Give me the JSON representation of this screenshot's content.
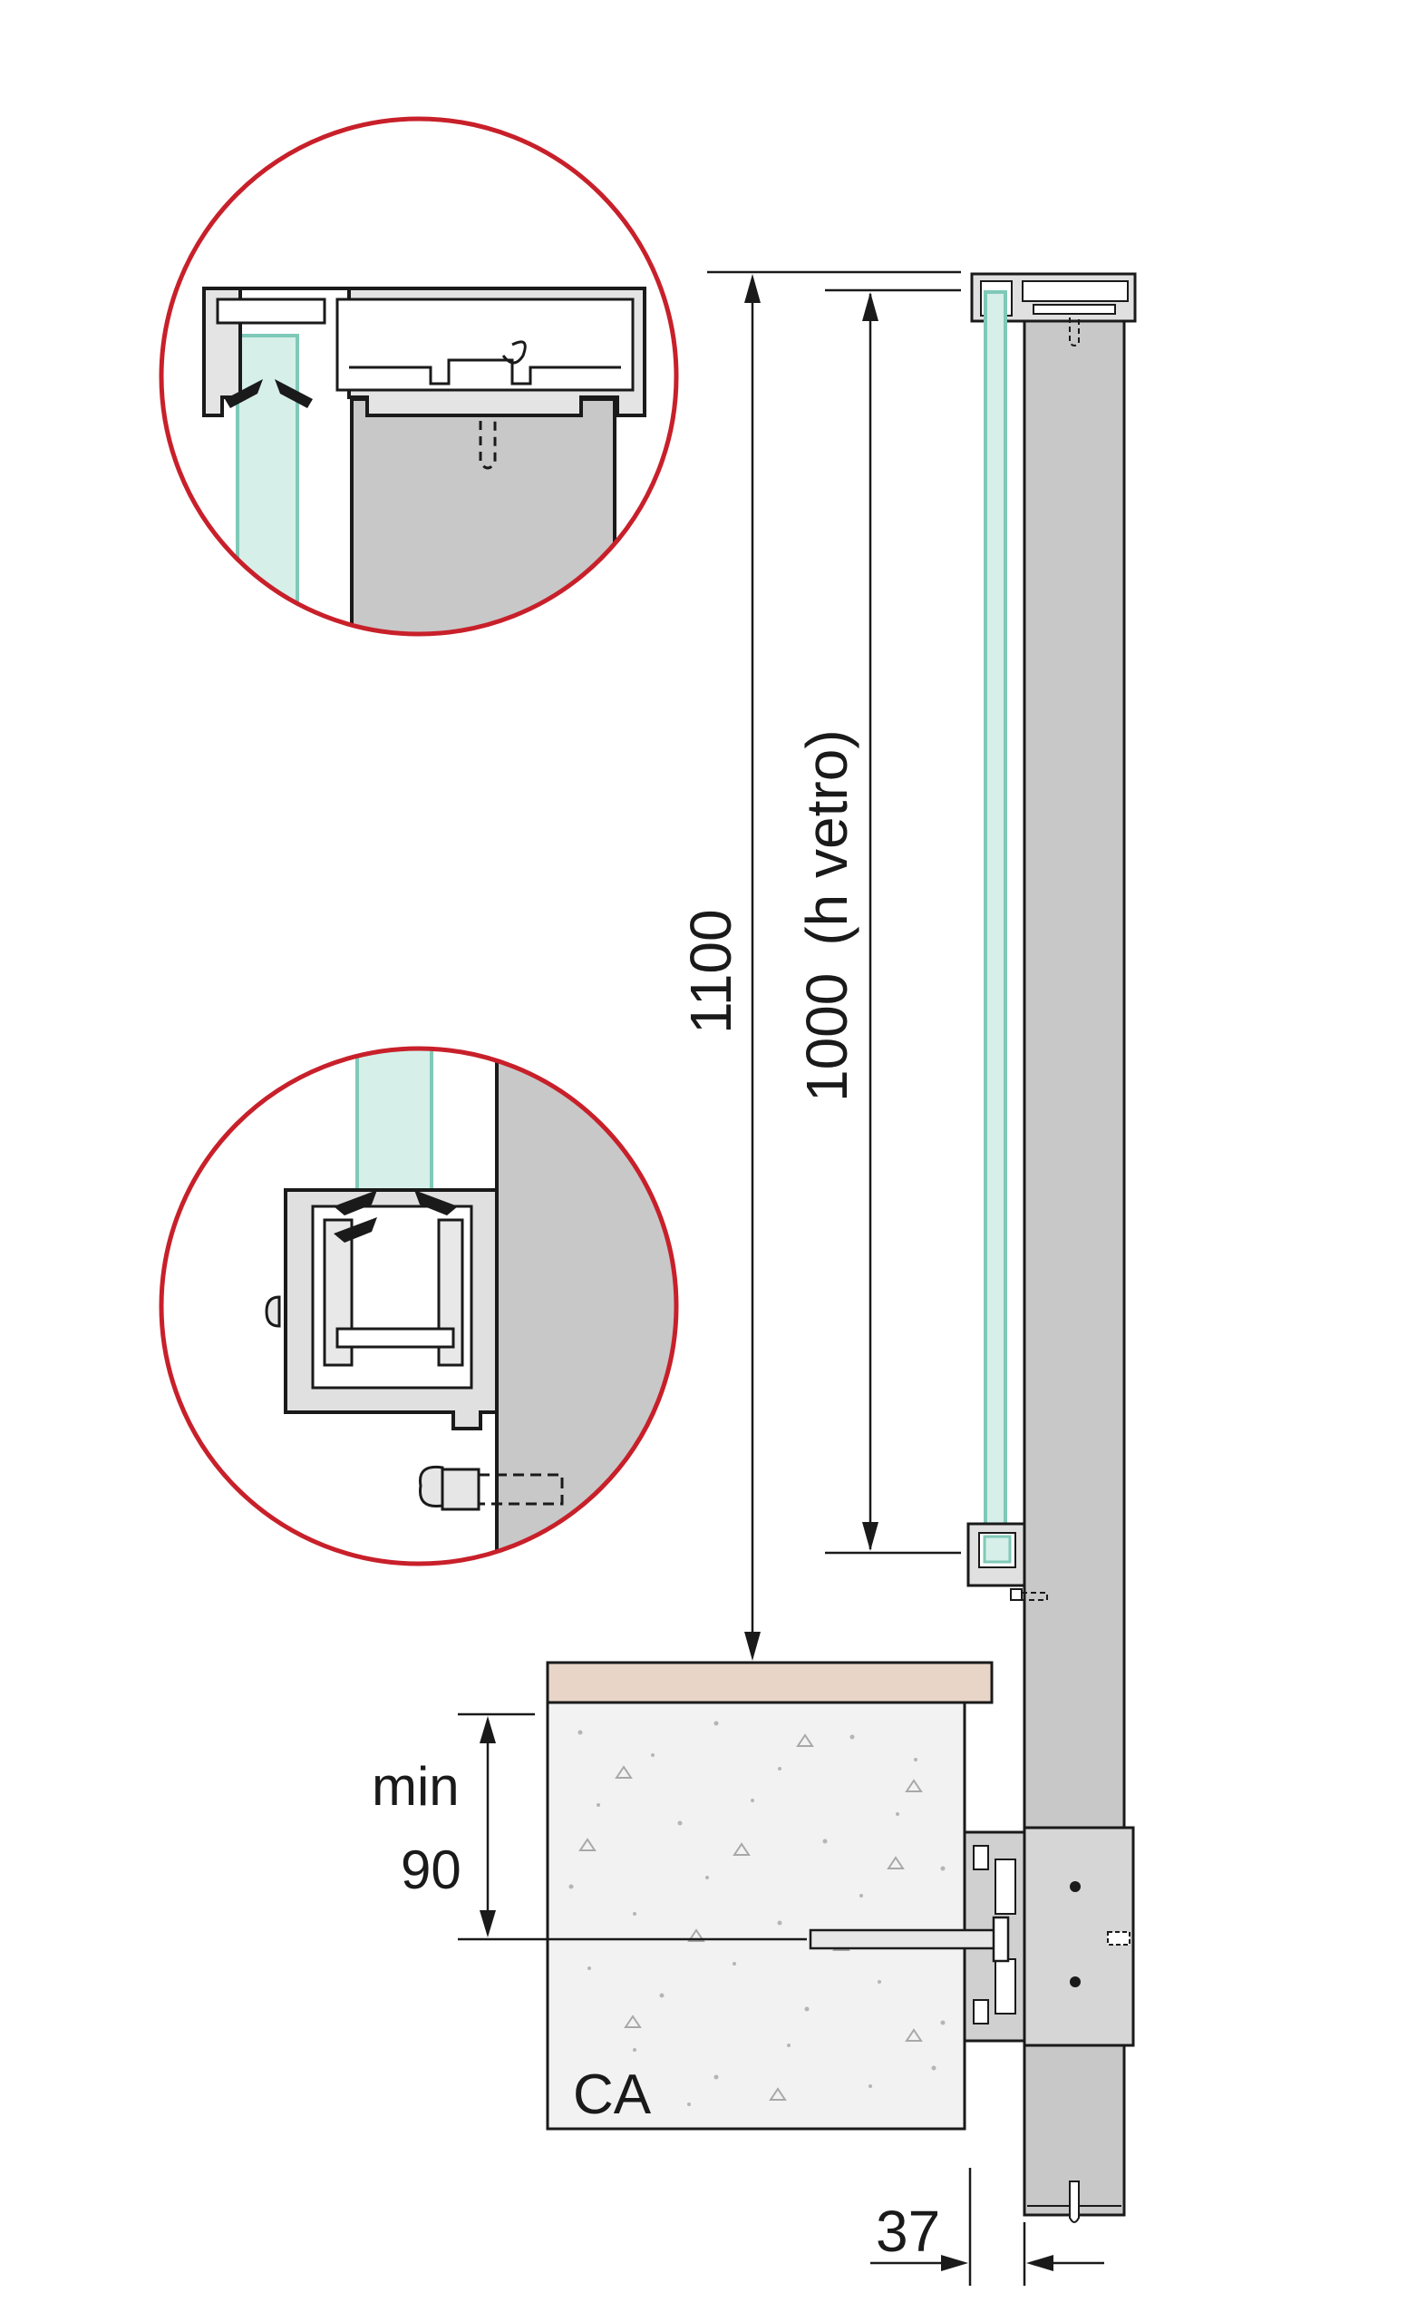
{
  "dimensions": {
    "total_height": "1100",
    "glass_height": "1000",
    "glass_height_note": "(h vetro)",
    "min_embed_word": "min",
    "min_embed_value": "90",
    "offset": "37"
  },
  "materials": {
    "concrete_label": "CA"
  },
  "colors": {
    "detail_ring": "#c8202a",
    "glass": "#d6efe9",
    "glass_edge": "#7fc9b8",
    "post": "#c8c8c8",
    "profile": "#e0e0e0",
    "concrete": "#f0f0f0",
    "screed": "#e8d5c8",
    "line": "#1a1a1a"
  }
}
